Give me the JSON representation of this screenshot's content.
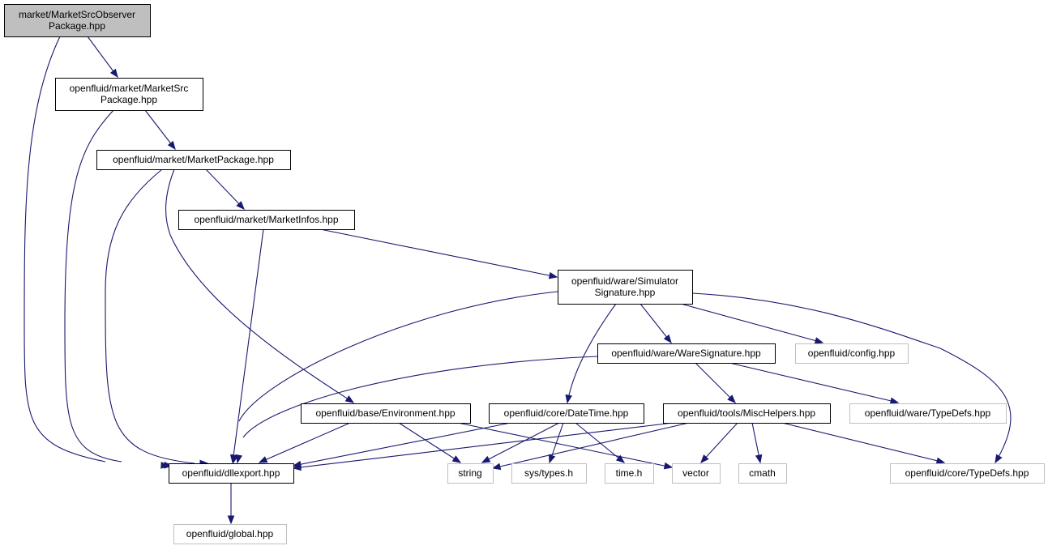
{
  "colors": {
    "root_fill": "#bfbfbf",
    "root_border": "#000000",
    "local_border": "#000000",
    "external_border": "#bfbfbf",
    "edge": "#191970"
  },
  "nodes": [
    {
      "id": "msop",
      "kind": "root",
      "lines": [
        "market/MarketSrcObserver",
        "Package.hpp"
      ]
    },
    {
      "id": "msp",
      "kind": "local",
      "lines": [
        "openfluid/market/MarketSrc",
        "Package.hpp"
      ]
    },
    {
      "id": "mp",
      "kind": "local",
      "lines": [
        "openfluid/market/MarketPackage.hpp"
      ]
    },
    {
      "id": "mi",
      "kind": "local",
      "lines": [
        "openfluid/market/MarketInfos.hpp"
      ]
    },
    {
      "id": "ss",
      "kind": "local",
      "lines": [
        "openfluid/ware/Simulator",
        "Signature.hpp"
      ]
    },
    {
      "id": "ws",
      "kind": "local",
      "lines": [
        "openfluid/ware/WareSignature.hpp"
      ]
    },
    {
      "id": "cfg",
      "kind": "external",
      "lines": [
        "openfluid/config.hpp"
      ]
    },
    {
      "id": "env",
      "kind": "local",
      "lines": [
        "openfluid/base/Environment.hpp"
      ]
    },
    {
      "id": "dt",
      "kind": "local",
      "lines": [
        "openfluid/core/DateTime.hpp"
      ]
    },
    {
      "id": "mh",
      "kind": "local",
      "lines": [
        "openfluid/tools/MiscHelpers.hpp"
      ]
    },
    {
      "id": "wtd",
      "kind": "external",
      "lines": [
        "openfluid/ware/TypeDefs.hpp"
      ]
    },
    {
      "id": "dll",
      "kind": "local",
      "lines": [
        "openfluid/dllexport.hpp"
      ]
    },
    {
      "id": "str",
      "kind": "external",
      "lines": [
        "string"
      ]
    },
    {
      "id": "sys",
      "kind": "external",
      "lines": [
        "sys/types.h"
      ]
    },
    {
      "id": "time",
      "kind": "external",
      "lines": [
        "time.h"
      ]
    },
    {
      "id": "vec",
      "kind": "external",
      "lines": [
        "vector"
      ]
    },
    {
      "id": "cmath",
      "kind": "external",
      "lines": [
        "cmath"
      ]
    },
    {
      "id": "ctd",
      "kind": "external",
      "lines": [
        "openfluid/core/TypeDefs.hpp"
      ]
    },
    {
      "id": "glob",
      "kind": "external",
      "lines": [
        "openfluid/global.hpp"
      ]
    }
  ],
  "edges": [
    {
      "from": "msop",
      "to": "msp"
    },
    {
      "from": "msop",
      "to": "dll"
    },
    {
      "from": "msp",
      "to": "mp"
    },
    {
      "from": "msp",
      "to": "dll"
    },
    {
      "from": "mp",
      "to": "mi"
    },
    {
      "from": "mp",
      "to": "dll"
    },
    {
      "from": "mp",
      "to": "env"
    },
    {
      "from": "mi",
      "to": "ss"
    },
    {
      "from": "mi",
      "to": "dll"
    },
    {
      "from": "ss",
      "to": "dll"
    },
    {
      "from": "ss",
      "to": "ws"
    },
    {
      "from": "ss",
      "to": "cfg"
    },
    {
      "from": "ss",
      "to": "dt"
    },
    {
      "from": "ss",
      "to": "ctd"
    },
    {
      "from": "ws",
      "to": "dll"
    },
    {
      "from": "ws",
      "to": "mh"
    },
    {
      "from": "ws",
      "to": "wtd"
    },
    {
      "from": "env",
      "to": "dll"
    },
    {
      "from": "env",
      "to": "str"
    },
    {
      "from": "env",
      "to": "vec"
    },
    {
      "from": "dt",
      "to": "dll"
    },
    {
      "from": "dt",
      "to": "str"
    },
    {
      "from": "dt",
      "to": "sys"
    },
    {
      "from": "dt",
      "to": "time"
    },
    {
      "from": "mh",
      "to": "dll"
    },
    {
      "from": "mh",
      "to": "str"
    },
    {
      "from": "mh",
      "to": "vec"
    },
    {
      "from": "mh",
      "to": "cmath"
    },
    {
      "from": "mh",
      "to": "ctd"
    },
    {
      "from": "dll",
      "to": "glob"
    }
  ]
}
